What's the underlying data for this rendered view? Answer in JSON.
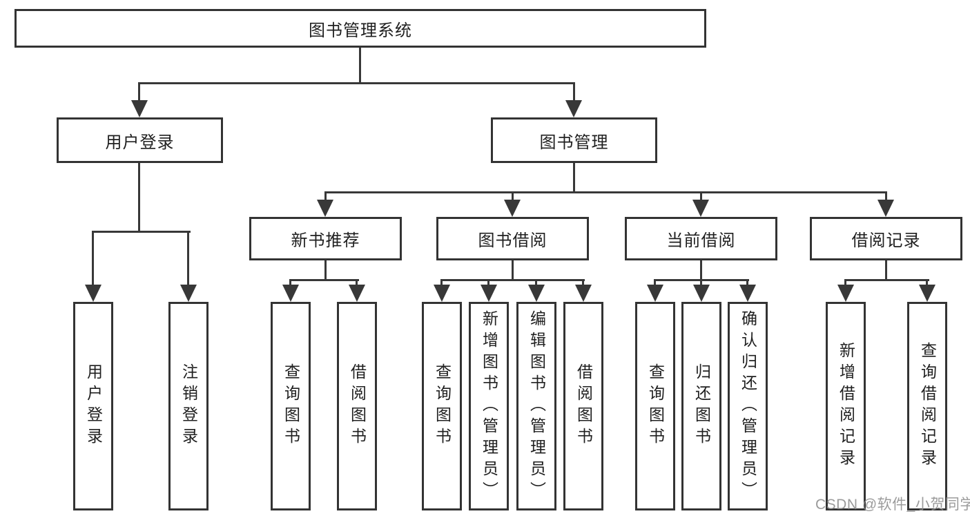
{
  "tree": {
    "root": {
      "label": "图书管理系统"
    },
    "user_login": {
      "label": "用户登录",
      "children": [
        {
          "label": "用户登录"
        },
        {
          "label": "注销登录"
        }
      ]
    },
    "book_mgmt": {
      "label": "图书管理",
      "sections": [
        {
          "label": "新书推荐",
          "children": [
            {
              "label": "查询图书"
            },
            {
              "label": "借阅图书"
            }
          ]
        },
        {
          "label": "图书借阅",
          "children": [
            {
              "label": "查询图书"
            },
            {
              "label": "新增图书（管理员）"
            },
            {
              "label": "编辑图书（管理员）"
            },
            {
              "label": "借阅图书"
            }
          ]
        },
        {
          "label": "当前借阅",
          "children": [
            {
              "label": "查询图书"
            },
            {
              "label": "归还图书"
            },
            {
              "label": "确认归还（管理员）"
            }
          ]
        },
        {
          "label": "借阅记录",
          "children": [
            {
              "label": "新增借阅记录"
            },
            {
              "label": "查询借阅记录"
            }
          ]
        }
      ]
    }
  },
  "watermark": {
    "text": "CSDN @软件_小贺同学"
  },
  "colors": {
    "line": "#383838",
    "box_border": "#333333",
    "background": "#ffffff",
    "watermark_text": "#8e8e8e"
  }
}
